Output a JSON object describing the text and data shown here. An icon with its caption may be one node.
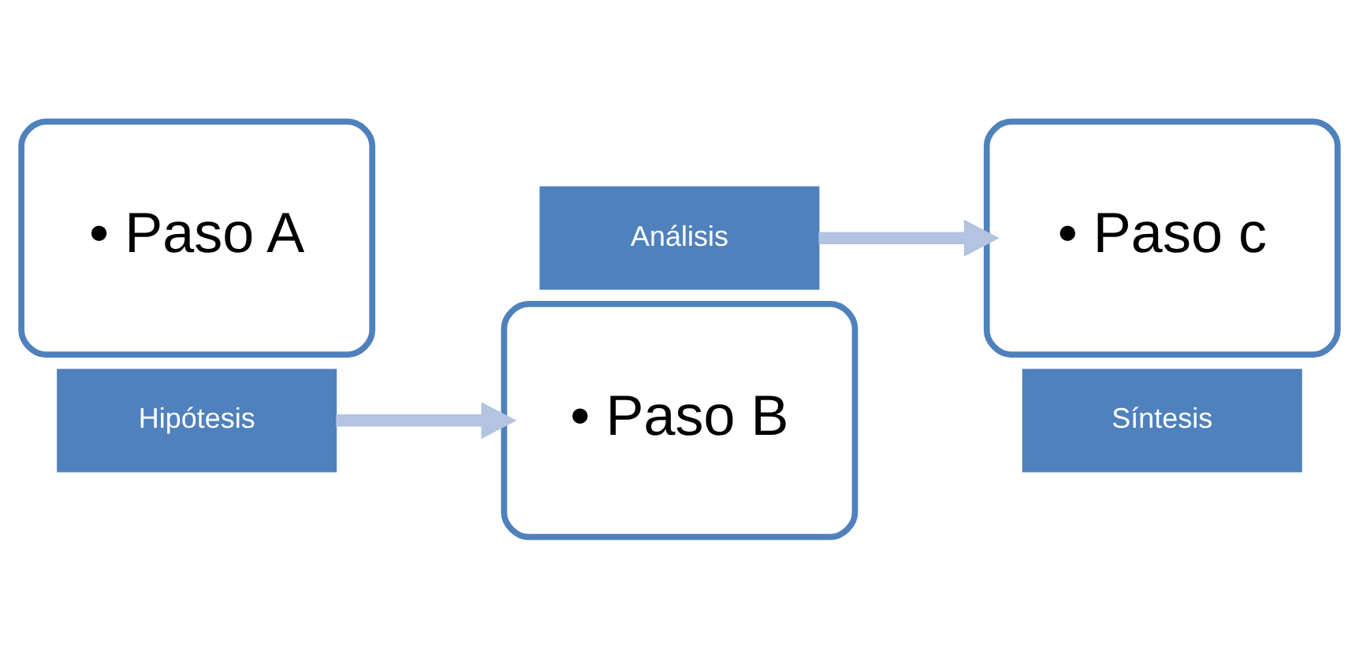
{
  "diagram": {
    "nodes": [
      {
        "text": [
          "• Paso A"
        ]
      },
      {
        "text": [
          "Hipótesis"
        ]
      },
      {
        "text": [
          "• Paso B"
        ]
      },
      {
        "text": [
          "Análisis"
        ]
      },
      {
        "text": [
          "• Paso c"
        ]
      },
      {
        "text": [
          "Síntesis"
        ]
      }
    ],
    "edges": [
      {
        "from": 1,
        "to": 2,
        "arrow": "to"
      },
      {
        "from": 3,
        "to": 4,
        "arrow": "to"
      }
    ]
  }
}
